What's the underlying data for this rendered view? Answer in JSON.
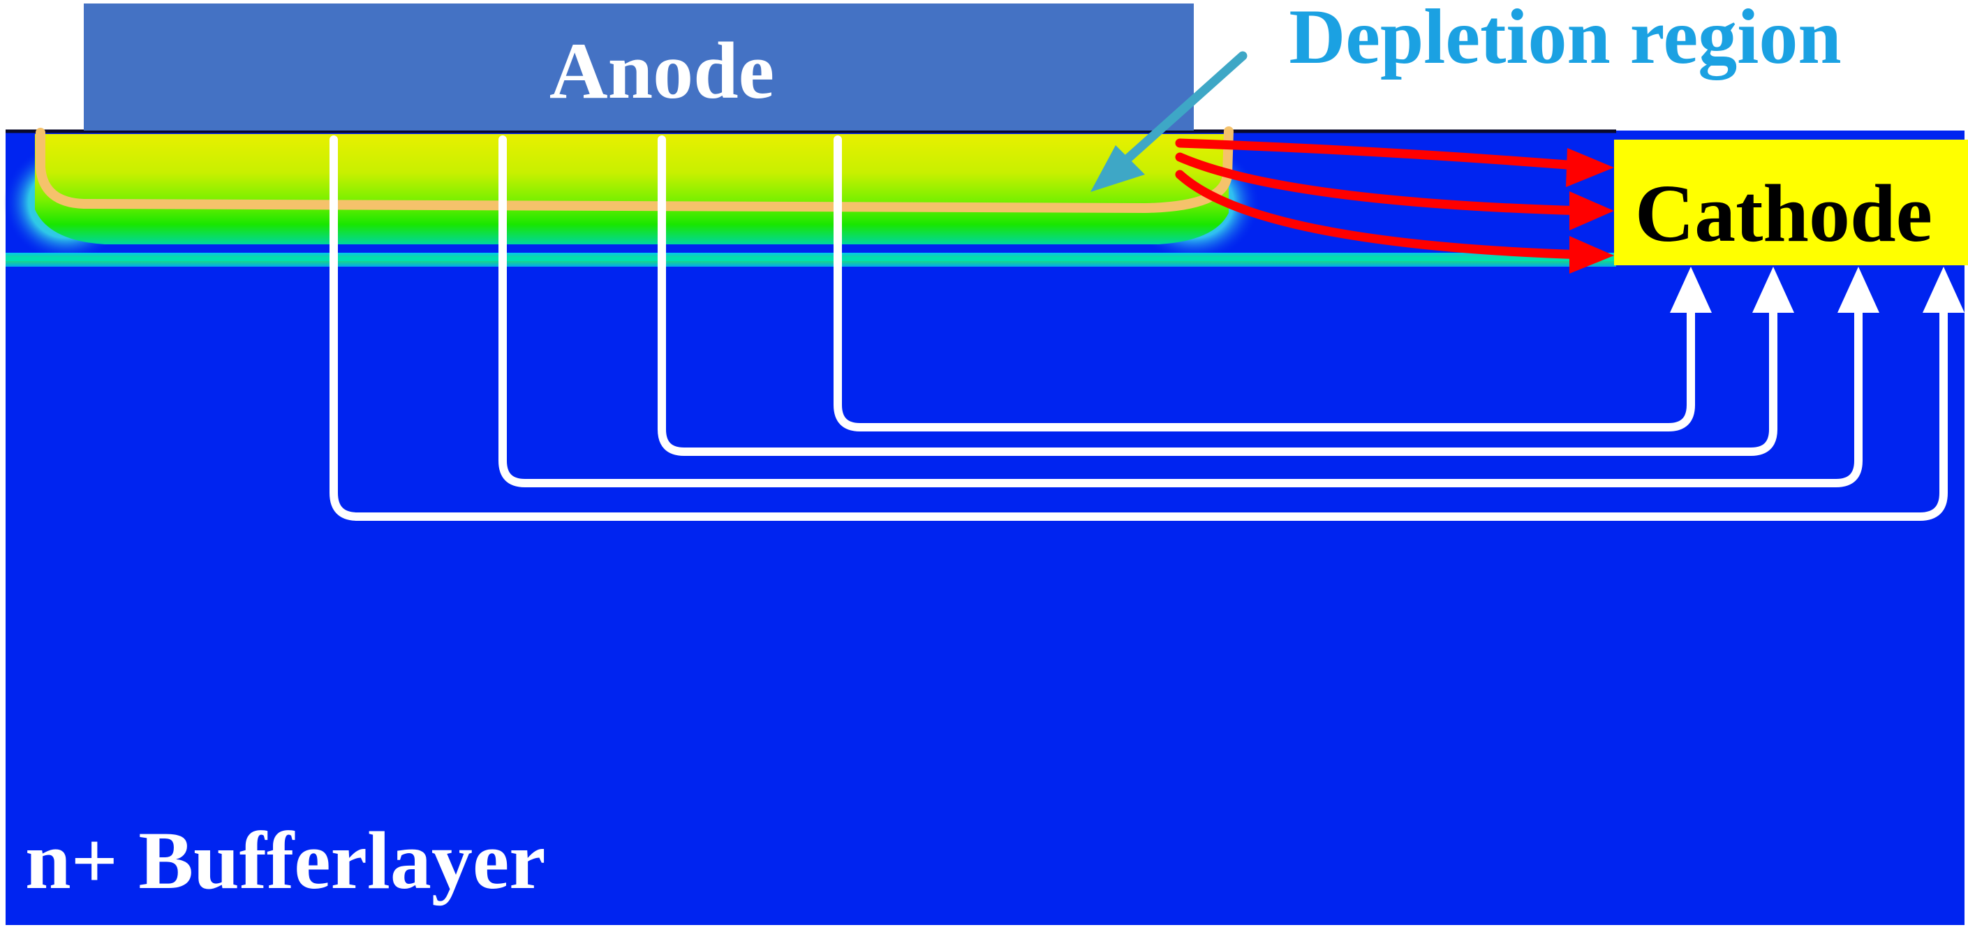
{
  "labels": {
    "anode": "Anode",
    "cathode": "Cathode",
    "depletion_region": "Depletion region",
    "buffer_layer": "n+ Bufferlayer"
  },
  "colors": {
    "substrate_blue": "#0024F0",
    "anode_fill": "#4472C4",
    "cathode_fill": "#FFFF00",
    "depletion_label": "#1BA1E2",
    "depletion_arrow": "#3EA7C6",
    "boundary_line": "#F5C26B",
    "electron_flow": "#FFFFFF",
    "field_arrows": "#FF0000",
    "text_light": "#FFFFFF",
    "text_dark": "#000000"
  }
}
